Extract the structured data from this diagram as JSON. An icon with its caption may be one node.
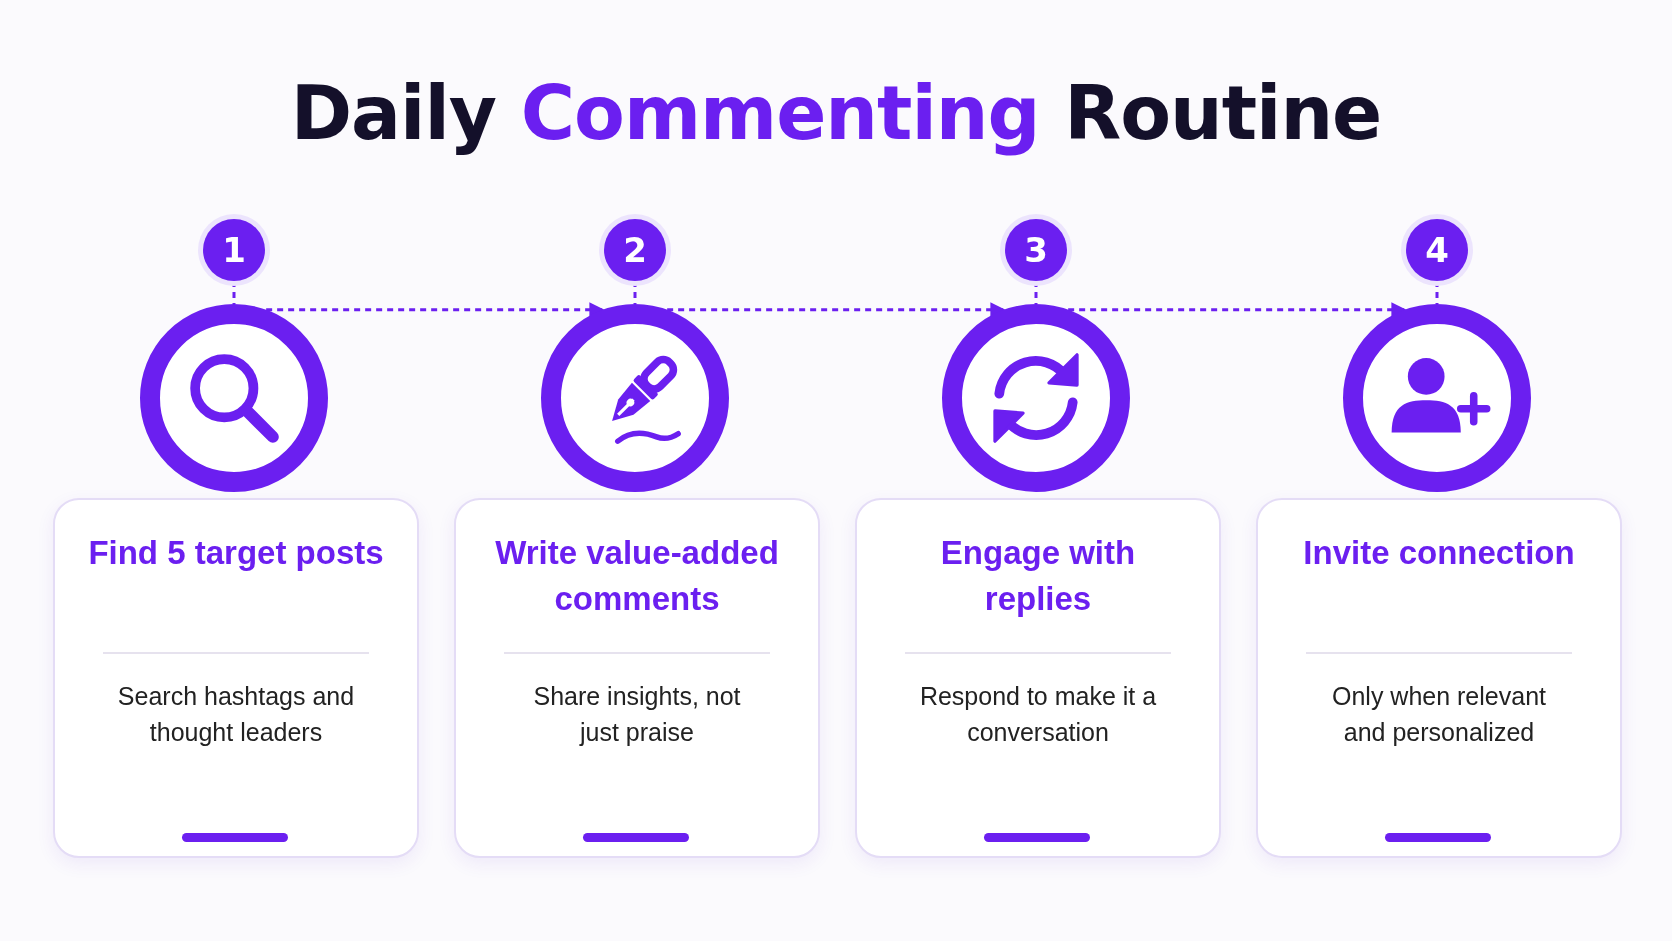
{
  "diagram": {
    "title": "Daily Commenting Routine",
    "nodes": [
      {
        "text": [
          "1"
        ]
      },
      {
        "text": [],
        "shape": "circle"
      },
      {
        "text": [
          "Find 5 target posts",
          "Search hashtags and thought leaders"
        ]
      },
      {
        "text": [
          "2"
        ]
      },
      {
        "text": [],
        "shape": "circle"
      },
      {
        "text": [
          "Write value-added comments",
          "Share insights, not just praise"
        ]
      },
      {
        "text": [
          "3"
        ]
      },
      {
        "text": [],
        "shape": "circle"
      },
      {
        "text": [
          "Engage with replies",
          "Respond to make it a conversation"
        ]
      },
      {
        "text": [
          "4"
        ]
      },
      {
        "text": [],
        "shape": "circle"
      },
      {
        "text": [
          "Invite connection",
          "Only when relevant and personalized"
        ]
      }
    ],
    "edges": [
      {
        "from": 0,
        "to": 1,
        "arrow": "none",
        "style": "dashed"
      },
      {
        "from": 1,
        "to": 4,
        "arrow": "to",
        "style": "dashed"
      },
      {
        "from": 3,
        "to": 4,
        "arrow": "none",
        "style": "dashed"
      },
      {
        "from": 4,
        "to": 7,
        "arrow": "to",
        "style": "dashed"
      },
      {
        "from": 6,
        "to": 7,
        "arrow": "none",
        "style": "dashed"
      },
      {
        "from": 7,
        "to": 10,
        "arrow": "to",
        "style": "dashed"
      },
      {
        "from": 9,
        "to": 10,
        "arrow": "none",
        "style": "dashed"
      }
    ]
  }
}
